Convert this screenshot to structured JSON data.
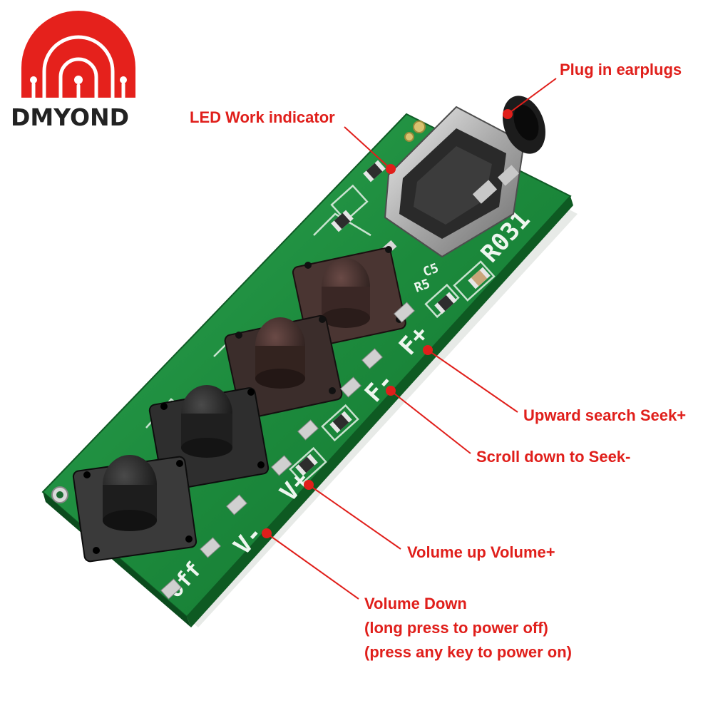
{
  "brand": {
    "name": "DMYOND",
    "logo_color": "#e5211c",
    "text_color": "#222222"
  },
  "board": {
    "silkscreen_model": "R031",
    "silkscreen_c": "C5",
    "silkscreen_r": "R5",
    "silkscreen_fplus": "F+",
    "silkscreen_fminus": "F-",
    "silkscreen_vplus": "V+",
    "silkscreen_vminus": "V-",
    "silkscreen_off": "off",
    "pcb_color": "#1c8a3c",
    "button_count": 4
  },
  "annotations": {
    "color": "#e01f1b",
    "earplugs": "Plug in earplugs",
    "led": "LED Work indicator",
    "seek_plus": "Upward search Seek+",
    "seek_minus": "Scroll down to Seek-",
    "volume_up": "Volume up Volume+",
    "volume_down": {
      "line1": "Volume Down",
      "line2": "(long press to power off)",
      "line3": "(press any key to power on)"
    }
  }
}
